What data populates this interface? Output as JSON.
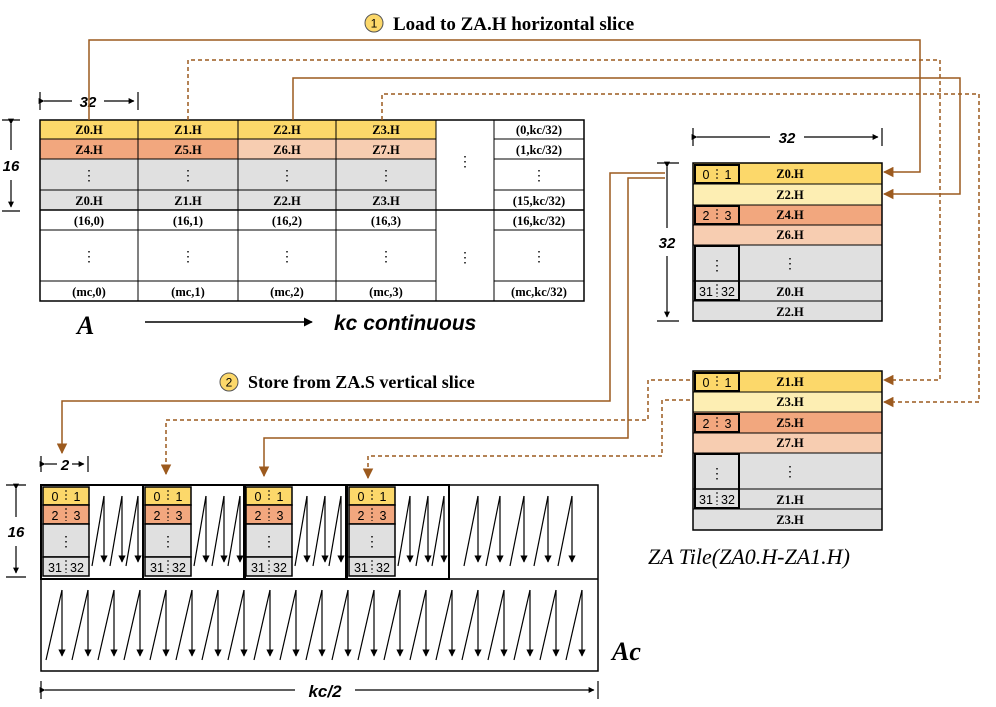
{
  "step1": {
    "num": "1",
    "text": "Load  to  ZA.H horizontal slice"
  },
  "step2": {
    "num": "2",
    "text": "Store from  ZA.S vertical slice"
  },
  "matrixA": {
    "width_label": "32",
    "height_label": "16",
    "row0": [
      "Z0.H",
      "Z1.H",
      "Z2.H",
      "Z3.H"
    ],
    "row1": [
      "Z4.H",
      "Z5.H",
      "Z6.H",
      "Z7.H"
    ],
    "row3": [
      "Z0.H",
      "Z1.H",
      "Z2.H",
      "Z3.H"
    ],
    "row4": [
      "(16,0)",
      "(16,1)",
      "(16,2)",
      "(16,3)"
    ],
    "row6": [
      "(mc,0)",
      "(mc,1)",
      "(mc,2)",
      "(mc,3)"
    ],
    "last_col": [
      "(0,kc/32)",
      "(1,kc/32)",
      "(15,kc/32)",
      "(16,kc/32)",
      "(mc,kc/32)"
    ],
    "dots": "⋮",
    "name": "A",
    "axis_label": "kc  continuous"
  },
  "tile0": {
    "width_label": "32",
    "height_label": "32",
    "index_labels": [
      "0",
      "1",
      "2",
      "3",
      "31",
      "32"
    ],
    "rows": [
      "Z0.H",
      "Z2.H",
      "Z4.H",
      "Z6.H",
      "Z0.H",
      "Z2.H"
    ],
    "dots": "⋮"
  },
  "tile1": {
    "index_labels": [
      "0",
      "1",
      "2",
      "3",
      "31",
      "32"
    ],
    "rows": [
      "Z1.H",
      "Z3.H",
      "Z5.H",
      "Z7.H",
      "Z1.H",
      "Z3.H"
    ],
    "dots": "⋮"
  },
  "tile_caption": "ZA Tile(ZA0.H-ZA1.H)",
  "ac": {
    "col_width_label": "2",
    "height_label": "16",
    "block_labels": [
      "0",
      "1",
      "2",
      "3",
      "31",
      "32"
    ],
    "dots": "⋮",
    "name": "Ac",
    "width_label": "kc/2"
  },
  "colors": {
    "brown": "#9c5a1e",
    "yellow": "#fcd86a",
    "light_yellow": "#fdeeb3",
    "orange": "#f2a77e",
    "light_orange": "#f7cdb1",
    "gray": "#e0e0e0"
  }
}
